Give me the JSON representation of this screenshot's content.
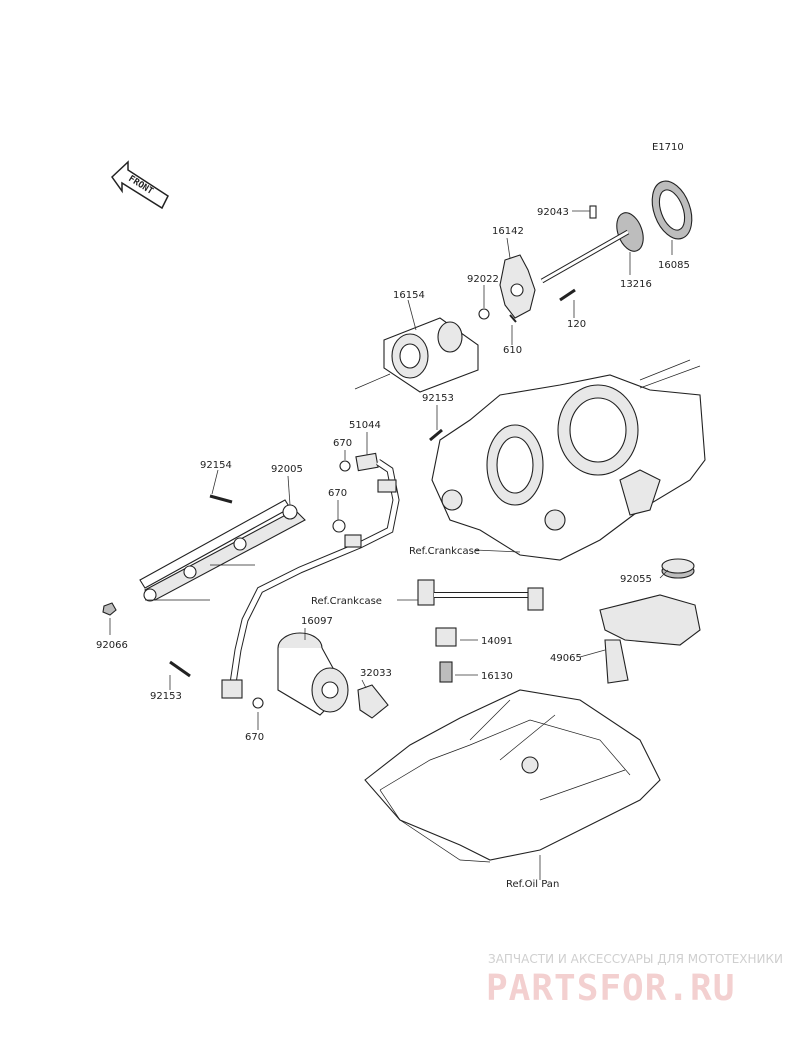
{
  "diagram_code": "E1710",
  "front_arrow_text": "FRONT",
  "part_labels": {
    "p92043": "92043",
    "p16085": "16085",
    "p16142": "16142",
    "p13216": "13216",
    "p92022": "92022",
    "p16154": "16154",
    "p120": "120",
    "p610": "610",
    "p92153_top": "92153",
    "p51044": "51044",
    "p670_a": "670",
    "p670_b": "670",
    "p92154": "92154",
    "p92005": "92005",
    "p92066": "92066",
    "p92055": "92055",
    "p49065": "49065",
    "p16097": "16097",
    "p32033": "32033",
    "p14091": "14091",
    "p16130": "16130",
    "p92153_bottom": "92153",
    "p670_bottom": "670"
  },
  "references": {
    "crankcase_1": "Ref.Crankcase",
    "crankcase_2": "Ref.Crankcase",
    "oil_pan": "Ref.Oil Pan"
  },
  "watermark": {
    "subtitle": "ЗАПЧАСТИ И АКСЕССУАРЫ ДЛЯ МОТОТЕХНИКИ",
    "brand": "PARTSFOR.RU"
  }
}
